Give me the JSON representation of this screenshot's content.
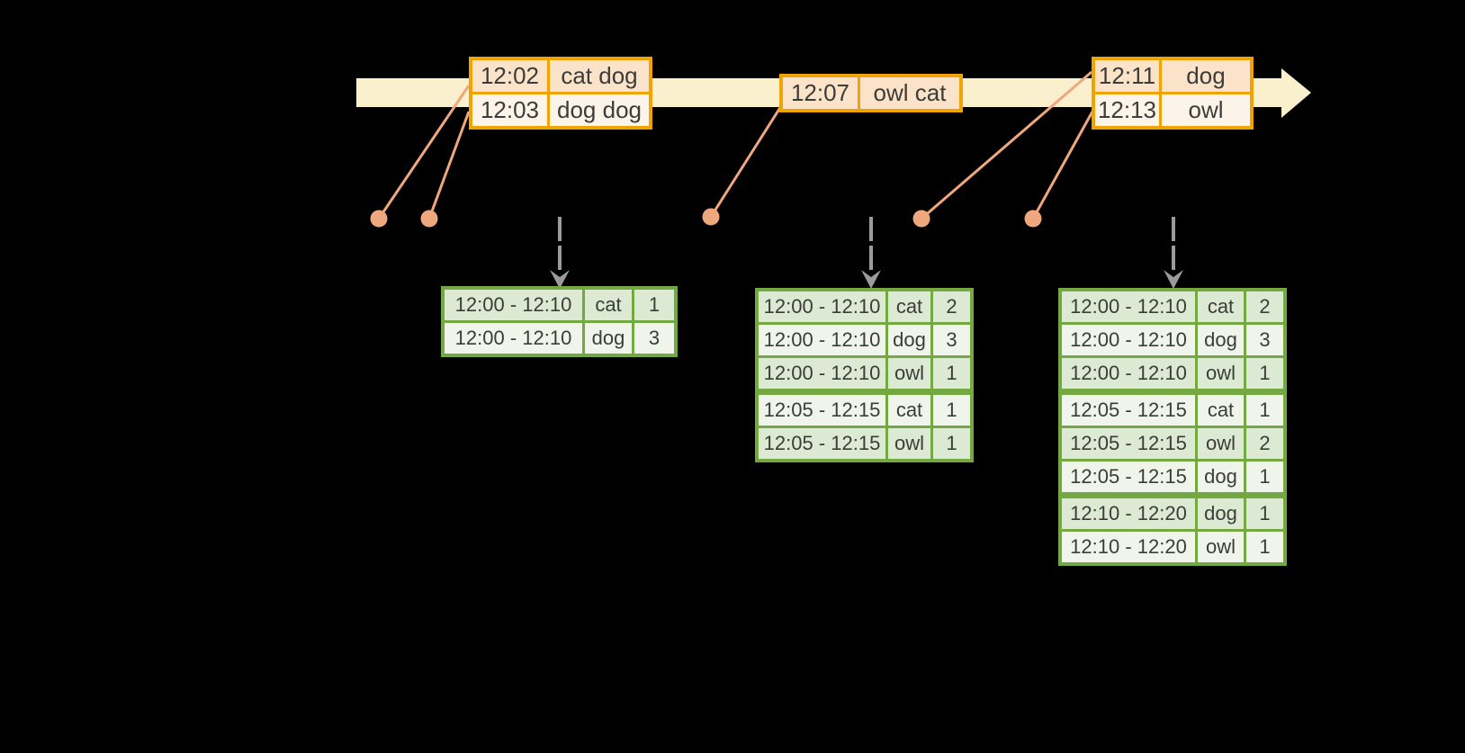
{
  "timeline": {
    "groups": [
      {
        "rows": [
          {
            "time": "12:02",
            "words": "cat dog"
          },
          {
            "time": "12:03",
            "words": "dog dog"
          }
        ]
      },
      {
        "rows": [
          {
            "time": "12:07",
            "words": "owl cat"
          }
        ]
      },
      {
        "rows": [
          {
            "time": "12:11",
            "words": "dog"
          },
          {
            "time": "12:13",
            "words": "owl"
          }
        ]
      }
    ]
  },
  "event_markers": {
    "count": 5,
    "color": "#EFA87D"
  },
  "trigger_arrows": {
    "count": 3,
    "color": "#9B9B9B"
  },
  "results": [
    {
      "rows": [
        {
          "window": "12:00 - 12:10",
          "word": "cat",
          "count": 1
        },
        {
          "window": "12:00 - 12:10",
          "word": "dog",
          "count": 3
        }
      ]
    },
    {
      "rows": [
        {
          "window": "12:00 - 12:10",
          "word": "cat",
          "count": 2
        },
        {
          "window": "12:00 - 12:10",
          "word": "dog",
          "count": 3
        },
        {
          "window": "12:00 - 12:10",
          "word": "owl",
          "count": 1
        },
        {
          "window": "12:05 - 12:15",
          "word": "cat",
          "count": 1
        },
        {
          "window": "12:05 - 12:15",
          "word": "owl",
          "count": 1
        }
      ]
    },
    {
      "rows": [
        {
          "window": "12:00 - 12:10",
          "word": "cat",
          "count": 2
        },
        {
          "window": "12:00 - 12:10",
          "word": "dog",
          "count": 3
        },
        {
          "window": "12:00 - 12:10",
          "word": "owl",
          "count": 1
        },
        {
          "window": "12:05 - 12:15",
          "word": "cat",
          "count": 1
        },
        {
          "window": "12:05 - 12:15",
          "word": "owl",
          "count": 2
        },
        {
          "window": "12:05 - 12:15",
          "word": "dog",
          "count": 1
        },
        {
          "window": "12:10 - 12:20",
          "word": "dog",
          "count": 1
        },
        {
          "window": "12:10 - 12:20",
          "word": "owl",
          "count": 1
        }
      ]
    }
  ],
  "colors": {
    "background": "#000000",
    "timeline_band": "#FAF0CE",
    "event_table_border": "#F0A404",
    "event_row_dark": "#FAE3C8",
    "event_row_light": "#FDF4E9",
    "marker_salmon": "#EFA87D",
    "result_table_border": "#74A942",
    "result_row_dark": "#DCE9D3",
    "result_row_light": "#F0F5EC",
    "trigger_gray": "#9B9B9B",
    "text": "#3C3C38"
  }
}
